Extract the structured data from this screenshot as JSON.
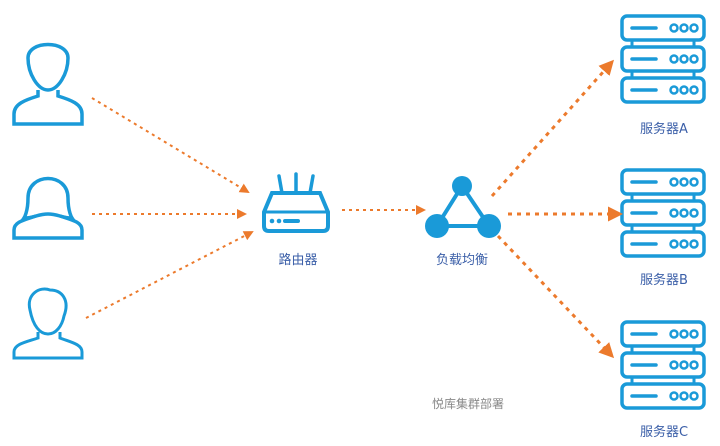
{
  "colors": {
    "icon": "#1a9ad8",
    "arrow": "#ec7a2c",
    "label": "#3b5fa8",
    "caption": "#888888"
  },
  "labels": {
    "router": "路由器",
    "load_balancer": "负载均衡",
    "server_a": "服务器A",
    "server_b": "服务器B",
    "server_c": "服务器C"
  },
  "caption": "悦库集群部署"
}
